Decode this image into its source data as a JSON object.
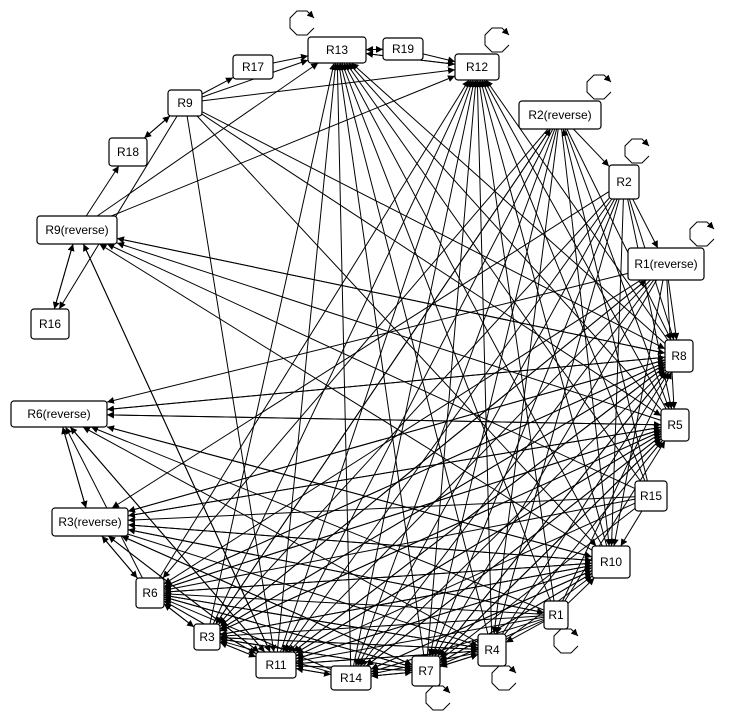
{
  "graph": {
    "nodes": [
      {
        "id": "R13",
        "label": "R13"
      },
      {
        "id": "R19",
        "label": "R19"
      },
      {
        "id": "R12",
        "label": "R12"
      },
      {
        "id": "R17",
        "label": "R17"
      },
      {
        "id": "R9",
        "label": "R9"
      },
      {
        "id": "R2rev",
        "label": "R2(reverse)"
      },
      {
        "id": "R18",
        "label": "R18"
      },
      {
        "id": "R2",
        "label": "R2"
      },
      {
        "id": "R9rev",
        "label": "R9(reverse)"
      },
      {
        "id": "R1rev",
        "label": "R1(reverse)"
      },
      {
        "id": "R16",
        "label": "R16"
      },
      {
        "id": "R8",
        "label": "R8"
      },
      {
        "id": "R6rev",
        "label": "R6(reverse)"
      },
      {
        "id": "R5",
        "label": "R5"
      },
      {
        "id": "R15",
        "label": "R15"
      },
      {
        "id": "R3rev",
        "label": "R3(reverse)"
      },
      {
        "id": "R10",
        "label": "R10"
      },
      {
        "id": "R6",
        "label": "R6"
      },
      {
        "id": "R1",
        "label": "R1"
      },
      {
        "id": "R3",
        "label": "R3"
      },
      {
        "id": "R4",
        "label": "R4"
      },
      {
        "id": "R11",
        "label": "R11"
      },
      {
        "id": "R7",
        "label": "R7"
      },
      {
        "id": "R14",
        "label": "R14"
      }
    ],
    "self_loops": [
      "R13",
      "R12",
      "R2rev",
      "R2",
      "R1rev",
      "R1",
      "R4",
      "R7"
    ],
    "edges": [
      [
        "R17",
        "R13"
      ],
      [
        "R9",
        "R17"
      ],
      [
        "R9",
        "R13"
      ],
      [
        "R9",
        "R12"
      ],
      [
        "R9",
        "R18"
      ],
      [
        "R9",
        "R16"
      ],
      [
        "R9",
        "R11"
      ],
      [
        "R9",
        "R8"
      ],
      [
        "R9",
        "R5"
      ],
      [
        "R9",
        "R10"
      ],
      [
        "R19",
        "R13"
      ],
      [
        "R13",
        "R19"
      ],
      [
        "R19",
        "R12"
      ],
      [
        "R13",
        "R12"
      ],
      [
        "R12",
        "R13"
      ],
      [
        "R9rev",
        "R18"
      ],
      [
        "R9rev",
        "R16"
      ],
      [
        "R9rev",
        "R13"
      ],
      [
        "R9rev",
        "R12"
      ],
      [
        "R9rev",
        "R11"
      ],
      [
        "R9rev",
        "R8"
      ],
      [
        "R2rev",
        "R2"
      ],
      [
        "R2rev",
        "R8"
      ],
      [
        "R2rev",
        "R5"
      ],
      [
        "R2rev",
        "R10"
      ],
      [
        "R2rev",
        "R11"
      ],
      [
        "R2rev",
        "R7"
      ],
      [
        "R2rev",
        "R4"
      ],
      [
        "R2rev",
        "R3"
      ],
      [
        "R2rev",
        "R6"
      ],
      [
        "R2rev",
        "R14"
      ],
      [
        "R2",
        "R1rev"
      ],
      [
        "R2",
        "R8"
      ],
      [
        "R2",
        "R5"
      ],
      [
        "R2",
        "R10"
      ],
      [
        "R2",
        "R11"
      ],
      [
        "R2",
        "R7"
      ],
      [
        "R2",
        "R4"
      ],
      [
        "R2",
        "R3rev"
      ],
      [
        "R2",
        "R14"
      ],
      [
        "R2",
        "R3"
      ],
      [
        "R1rev",
        "R8"
      ],
      [
        "R1rev",
        "R5"
      ],
      [
        "R1rev",
        "R10"
      ],
      [
        "R1rev",
        "R11"
      ],
      [
        "R1rev",
        "R7"
      ],
      [
        "R1rev",
        "R6"
      ],
      [
        "R1rev",
        "R3"
      ],
      [
        "R1rev",
        "R14"
      ],
      [
        "R1rev",
        "R6rev"
      ],
      [
        "R8",
        "R9rev"
      ],
      [
        "R8",
        "R6rev"
      ],
      [
        "R8",
        "R3rev"
      ],
      [
        "R8",
        "R13"
      ],
      [
        "R8",
        "R12"
      ],
      [
        "R8",
        "R11"
      ],
      [
        "R8",
        "R7"
      ],
      [
        "R8",
        "R6"
      ],
      [
        "R8",
        "R3"
      ],
      [
        "R5",
        "R9rev"
      ],
      [
        "R5",
        "R6rev"
      ],
      [
        "R5",
        "R3rev"
      ],
      [
        "R5",
        "R13"
      ],
      [
        "R5",
        "R12"
      ],
      [
        "R5",
        "R11"
      ],
      [
        "R5",
        "R7"
      ],
      [
        "R5",
        "R6"
      ],
      [
        "R5",
        "R3"
      ],
      [
        "R5",
        "R14"
      ],
      [
        "R15",
        "R9rev"
      ],
      [
        "R15",
        "R2rev"
      ],
      [
        "R15",
        "R10"
      ],
      [
        "R15",
        "R13"
      ],
      [
        "R15",
        "R12"
      ],
      [
        "R15",
        "R11"
      ],
      [
        "R15",
        "R7"
      ],
      [
        "R15",
        "R3rev"
      ],
      [
        "R15",
        "R6"
      ],
      [
        "R10",
        "R9rev"
      ],
      [
        "R10",
        "R6rev"
      ],
      [
        "R10",
        "R3rev"
      ],
      [
        "R10",
        "R13"
      ],
      [
        "R10",
        "R12"
      ],
      [
        "R10",
        "R11"
      ],
      [
        "R10",
        "R7"
      ],
      [
        "R10",
        "R6"
      ],
      [
        "R10",
        "R3"
      ],
      [
        "R10",
        "R14"
      ],
      [
        "R1",
        "R10"
      ],
      [
        "R1",
        "R5"
      ],
      [
        "R1",
        "R8"
      ],
      [
        "R1",
        "R13"
      ],
      [
        "R1",
        "R12"
      ],
      [
        "R1",
        "R11"
      ],
      [
        "R1",
        "R7"
      ],
      [
        "R1",
        "R4"
      ],
      [
        "R1",
        "R6"
      ],
      [
        "R1",
        "R3"
      ],
      [
        "R1",
        "R6rev"
      ],
      [
        "R1",
        "R3rev"
      ],
      [
        "R1",
        "R14"
      ],
      [
        "R4",
        "R10"
      ],
      [
        "R4",
        "R5"
      ],
      [
        "R4",
        "R8"
      ],
      [
        "R4",
        "R13"
      ],
      [
        "R4",
        "R12"
      ],
      [
        "R4",
        "R11"
      ],
      [
        "R4",
        "R7"
      ],
      [
        "R4",
        "R6"
      ],
      [
        "R4",
        "R3"
      ],
      [
        "R4",
        "R14"
      ],
      [
        "R4",
        "R6rev"
      ],
      [
        "R7",
        "R10"
      ],
      [
        "R7",
        "R5"
      ],
      [
        "R7",
        "R8"
      ],
      [
        "R7",
        "R13"
      ],
      [
        "R7",
        "R12"
      ],
      [
        "R7",
        "R11"
      ],
      [
        "R7",
        "R4"
      ],
      [
        "R7",
        "R6"
      ],
      [
        "R7",
        "R3"
      ],
      [
        "R7",
        "R14"
      ],
      [
        "R7",
        "R3rev"
      ],
      [
        "R14",
        "R11"
      ],
      [
        "R14",
        "R7"
      ],
      [
        "R14",
        "R6"
      ],
      [
        "R14",
        "R3"
      ],
      [
        "R14",
        "R13"
      ],
      [
        "R14",
        "R12"
      ],
      [
        "R14",
        "R10"
      ],
      [
        "R14",
        "R5"
      ],
      [
        "R14",
        "R8"
      ],
      [
        "R11",
        "R10"
      ],
      [
        "R11",
        "R5"
      ],
      [
        "R11",
        "R8"
      ],
      [
        "R11",
        "R13"
      ],
      [
        "R11",
        "R12"
      ],
      [
        "R11",
        "R7"
      ],
      [
        "R11",
        "R4"
      ],
      [
        "R11",
        "R6"
      ],
      [
        "R11",
        "R3"
      ],
      [
        "R11",
        "R14"
      ],
      [
        "R11",
        "R6rev"
      ],
      [
        "R11",
        "R3rev"
      ],
      [
        "R11",
        "R9rev"
      ],
      [
        "R3",
        "R11"
      ],
      [
        "R3",
        "R10"
      ],
      [
        "R3",
        "R5"
      ],
      [
        "R3",
        "R8"
      ],
      [
        "R3",
        "R13"
      ],
      [
        "R3",
        "R12"
      ],
      [
        "R3",
        "R7"
      ],
      [
        "R3",
        "R4"
      ],
      [
        "R3",
        "R6"
      ],
      [
        "R3",
        "R2rev"
      ],
      [
        "R3",
        "R1rev"
      ],
      [
        "R6",
        "R11"
      ],
      [
        "R6",
        "R10"
      ],
      [
        "R6",
        "R5"
      ],
      [
        "R6",
        "R8"
      ],
      [
        "R6",
        "R12"
      ],
      [
        "R6",
        "R7"
      ],
      [
        "R6",
        "R4"
      ],
      [
        "R6",
        "R3"
      ],
      [
        "R6",
        "R3rev"
      ],
      [
        "R6",
        "R6rev"
      ],
      [
        "R3rev",
        "R6rev"
      ],
      [
        "R3rev",
        "R6"
      ],
      [
        "R3rev",
        "R11"
      ],
      [
        "R3rev",
        "R10"
      ],
      [
        "R3rev",
        "R5"
      ],
      [
        "R3rev",
        "R8"
      ],
      [
        "R3rev",
        "R7"
      ],
      [
        "R3rev",
        "R4"
      ],
      [
        "R3rev",
        "R1"
      ],
      [
        "R6rev",
        "R3rev"
      ],
      [
        "R6rev",
        "R8"
      ],
      [
        "R6rev",
        "R5"
      ],
      [
        "R6rev",
        "R10"
      ],
      [
        "R6rev",
        "R11"
      ],
      [
        "R18",
        "R9"
      ],
      [
        "R16",
        "R9rev"
      ]
    ]
  }
}
